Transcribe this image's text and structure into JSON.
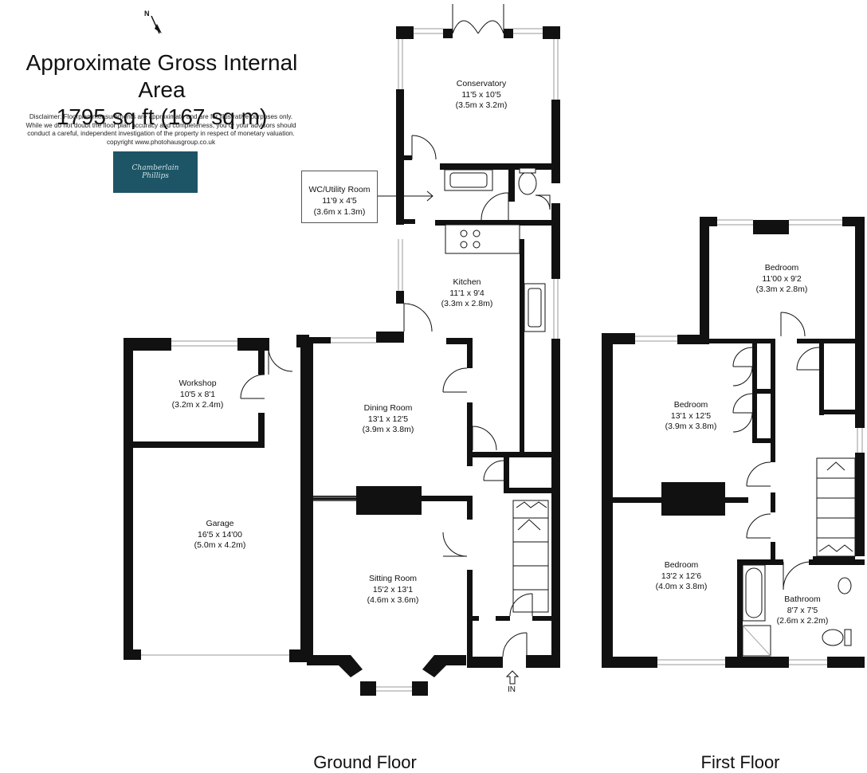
{
  "header": {
    "area_title_line1": "Approximate Gross Internal Area",
    "area_title_line2": "1795 sq ft (167 sq m)",
    "disclaimer_line1": "Disclaimer: Floorplan measurements are approximate and are for illustrative purposes only.",
    "disclaimer_line2": "While we do not doubt the floor plan accuracy and completeness, you or your advisors should",
    "disclaimer_line3": "conduct a careful, independent investigation of the property in respect of monetary valuation.",
    "disclaimer_line4": "copyright www.photohausgroup.co.uk",
    "logo_text": "Chamberlain Phillips",
    "north_label": "N"
  },
  "ground_floor": {
    "label": "Ground Floor",
    "entrance_label": "IN",
    "rooms": [
      {
        "key": "conservatory",
        "name": "Conservatory",
        "imperial": "11'5 x 10'5",
        "metric": "(3.5m x 3.2m)"
      },
      {
        "key": "wc_utility",
        "name": "WC/Utility Room",
        "imperial": "11'9 x 4'5",
        "metric": "(3.6m x 1.3m)"
      },
      {
        "key": "kitchen",
        "name": "Kitchen",
        "imperial": "11'1 x 9'4",
        "metric": "(3.3m x 2.8m)"
      },
      {
        "key": "workshop",
        "name": "Workshop",
        "imperial": "10'5 x 8'1",
        "metric": "(3.2m x 2.4m)"
      },
      {
        "key": "dining",
        "name": "Dining Room",
        "imperial": "13'1 x 12'5",
        "metric": "(3.9m x 3.8m)"
      },
      {
        "key": "garage",
        "name": "Garage",
        "imperial": "16'5 x 14'00",
        "metric": "(5.0m x 4.2m)"
      },
      {
        "key": "sitting",
        "name": "Sitting Room",
        "imperial": "15'2 x 13'1",
        "metric": "(4.6m x 3.6m)"
      }
    ]
  },
  "first_floor": {
    "label": "First Floor",
    "rooms": [
      {
        "key": "bedroom_rear",
        "name": "Bedroom",
        "imperial": "11'00 x 9'2",
        "metric": "(3.3m x 2.8m)"
      },
      {
        "key": "bedroom_middle",
        "name": "Bedroom",
        "imperial": "13'1 x 12'5",
        "metric": "(3.9m x 3.8m)"
      },
      {
        "key": "bedroom_front",
        "name": "Bedroom",
        "imperial": "13'2 x 12'6",
        "metric": "(4.0m x 3.8m)"
      },
      {
        "key": "bathroom",
        "name": "Bathroom",
        "imperial": "8'7 x 7'5",
        "metric": "(2.6m x 2.2m)"
      }
    ]
  },
  "colors": {
    "wall": "#111111",
    "window": "#9a9a9a",
    "logo_bg": "#1d5566"
  }
}
